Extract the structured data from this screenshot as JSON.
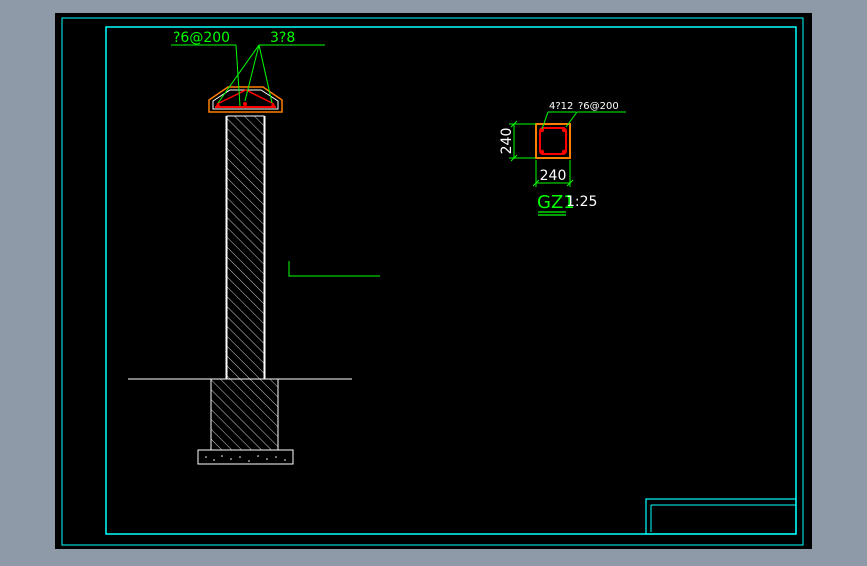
{
  "colors": {
    "viewport_bg": "#8e9aa7",
    "sheet_bg": "#000000",
    "border": "#00ffff",
    "annotation": "#00ff00",
    "linework": "#ffffff",
    "rebar": "#ff0000",
    "concrete": "#ff7f00"
  },
  "elevation_labels": {
    "stirrup_callout": "?6@200",
    "bar_callout": "3?8"
  },
  "section_detail": {
    "main_bars": "4?12",
    "stirrups": "?6@200",
    "height_dim": "240",
    "width_dim": "240",
    "title": "GZ1",
    "scale": "1:25"
  },
  "icons": {
    "hatch": "diagonal-hatch-pattern",
    "rebar_dot": "filled-dot"
  }
}
